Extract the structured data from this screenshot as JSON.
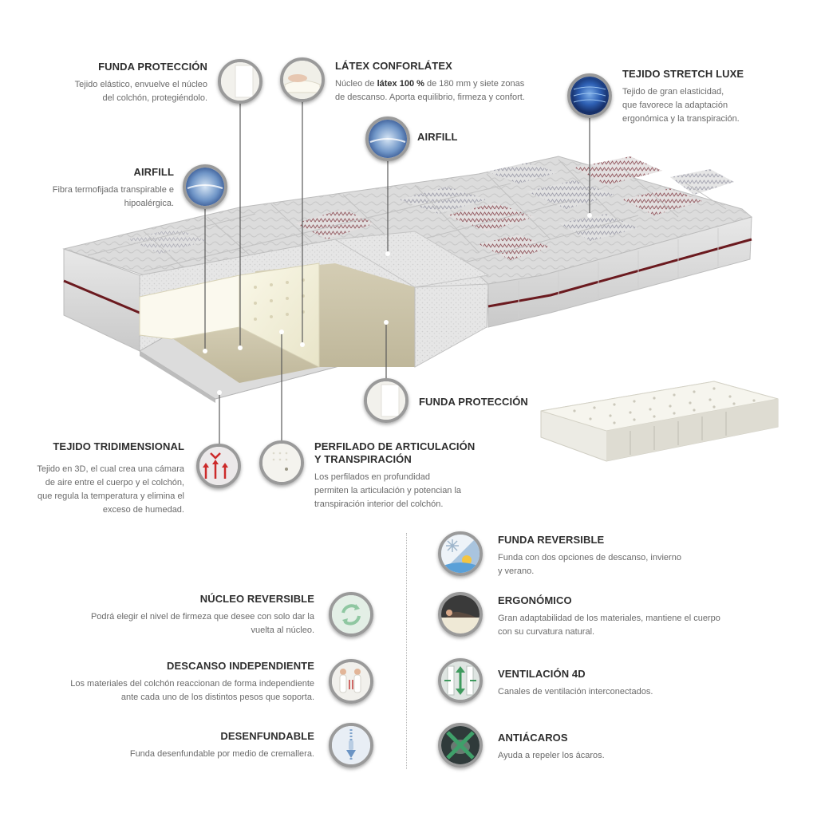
{
  "callouts": {
    "funda_top": {
      "title": "FUNDA PROTECCIÓN",
      "text_1": "Tejido elástico, envuelve el núcleo",
      "text_2": "del colchón, protegiéndolo."
    },
    "latex": {
      "title": "LÁTEX CONFORLÁTEX",
      "text_1a": "Núcleo de ",
      "text_1b": "látex 100 %",
      "text_1c": " de 180 mm y siete zonas",
      "text_2": "de descanso. Aporta equilibrio, firmeza y confort."
    },
    "tejido_stretch": {
      "title": "TEJIDO STRETCH LUXE",
      "text_1": "Tejido de gran elasticidad,",
      "text_2": "que favorece la adaptación",
      "text_3": "ergonómica y la transpiración."
    },
    "airfill_center": {
      "title": "AIRFILL"
    },
    "airfill_left": {
      "title": "AIRFILL",
      "text_1": "Fibra termofijada transpirable e",
      "text_2": "hipoalérgica."
    },
    "funda_bottom": {
      "title": "FUNDA PROTECCIÓN"
    },
    "tejido_3d": {
      "title": "TEJIDO TRIDIMENSIONAL",
      "text_1": "Tejido en 3D, el cual crea una cámara",
      "text_2": "de aire entre el cuerpo y el colchón,",
      "text_3": "que regula la temperatura y elimina el",
      "text_4": "exceso de humedad."
    },
    "perfilado": {
      "title_1": "PERFILADO DE ARTICULACIÓN",
      "title_2": "Y TRANSPIRACIÓN",
      "text_1": "Los perfilados en profundidad",
      "text_2": "permiten la articulación y potencian la",
      "text_3": "transpiración interior del colchón."
    }
  },
  "features_left": [
    {
      "title": "NÚCLEO REVERSIBLE",
      "text_1": "Podrá elegir el nivel de firmeza que desee con solo dar la",
      "text_2": "vuelta al núcleo.",
      "icon": "recycle-arrows-icon"
    },
    {
      "title": "DESCANSO INDEPENDIENTE",
      "text_1": "Los materiales del colchón reaccionan de forma independiente",
      "text_2": "ante cada uno de los distintos pesos que soporta.",
      "icon": "two-sleepers-icon"
    },
    {
      "title": "DESENFUNDABLE",
      "text_1": "Funda desenfundable por medio de cremallera.",
      "icon": "zipper-icon"
    }
  ],
  "features_right": [
    {
      "title": "FUNDA REVERSIBLE",
      "text_1": "Funda con dos opciones de descanso, invierno",
      "text_2": "y verano.",
      "icon": "snow-sun-icon"
    },
    {
      "title": "ERGONÓMICO",
      "text_1": "Gran adaptabilidad de los materiales, mantiene el cuerpo",
      "text_2": "con su curvatura natural.",
      "icon": "sleeping-person-icon"
    },
    {
      "title": "VENTILACIÓN 4D",
      "text_1": "Canales de ventilación interconectados.",
      "icon": "airflow-arrows-icon"
    },
    {
      "title": "ANTIÁCAROS",
      "text_1": "Ayuda a repeler los ácaros.",
      "icon": "anti-mite-icon"
    }
  ],
  "colors": {
    "piping": "#6b1a1f",
    "badge_ring": "#9a9a9a",
    "foam": "#f3f0dc",
    "quilt": "#d9d9d9"
  }
}
